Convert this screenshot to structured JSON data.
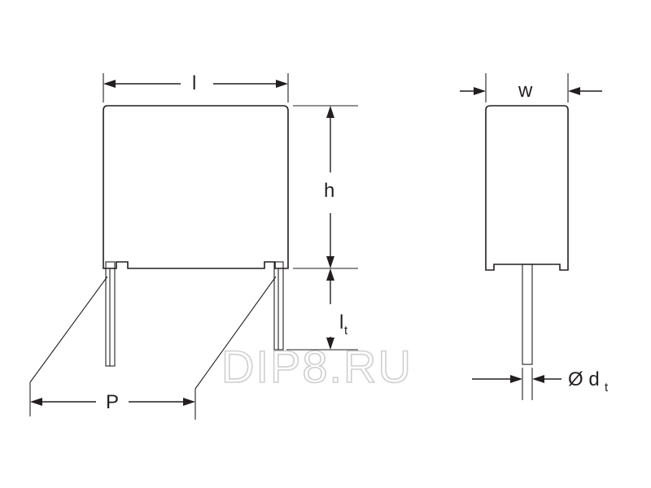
{
  "labels": {
    "length": "l",
    "height": "h",
    "lead_length_main": "l",
    "lead_length_sub": "t",
    "pitch": "P",
    "width": "w",
    "diameter_main": "Ø d",
    "diameter_sub": "t"
  },
  "watermark": "DIP8.RU"
}
